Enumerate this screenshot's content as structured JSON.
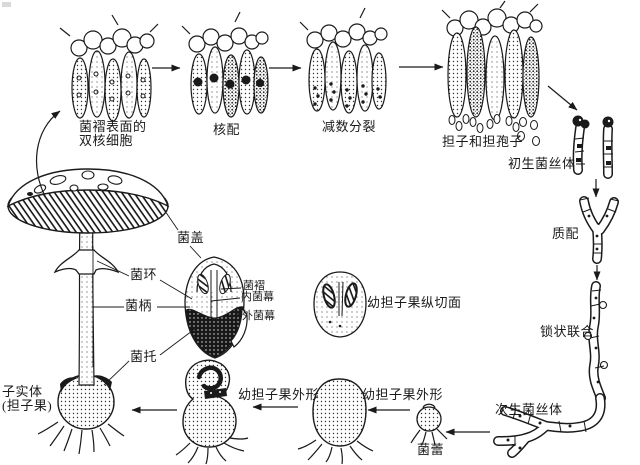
{
  "colors": {
    "ink": "#1a1a1a",
    "background": "#ffffff"
  },
  "labels": {
    "gill_surface_cells": "菌褶表面的\n双核细胞",
    "karyogamy": "核配",
    "meiosis": "减数分裂",
    "basidia_and_basidiospores": "担子和担孢子",
    "primary_mycelium": "初生菌丝体",
    "plasmogamy": "质配",
    "clamp_connection": "锁状联合",
    "secondary_mycelium": "次生菌丝体",
    "button_stage": "菌蕾",
    "young_basidiocarp_form_right": "幼担子果外形",
    "young_basidiocarp_form_left": "幼担子果外形",
    "young_basidiocarp_section": "幼担子果纵切面",
    "cap": "菌盖",
    "gills": "菌褶",
    "inner_veil": "内菌幕",
    "outer_veil": "外菌幕",
    "ring": "菌环",
    "stipe": "菌柄",
    "volva": "菌托",
    "fruiting_body": "子实体\n(担子果)"
  }
}
